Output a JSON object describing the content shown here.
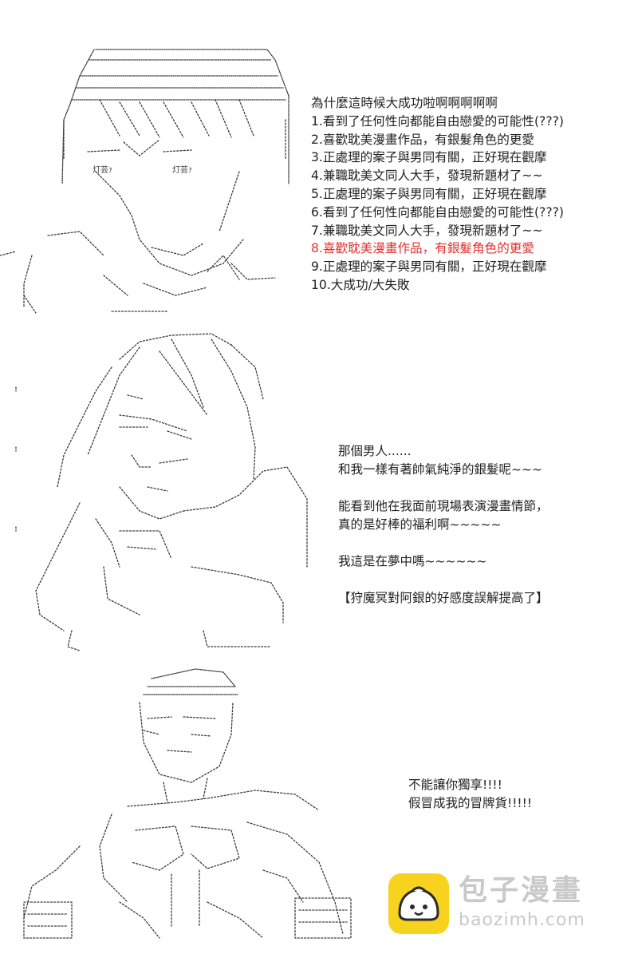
{
  "panel1": {
    "art_labels": [
      "灯芸ｧ",
      "灯芸ｧ"
    ],
    "lines": [
      {
        "text": "為什麼這時候大成功啦啊啊啊啊啊",
        "color": "#222222"
      },
      {
        "text": "1.看到了任何性向都能自由戀愛的可能性(???)",
        "color": "#222222"
      },
      {
        "text": "2.喜歡耽美漫畫作品，有銀髮角色的更愛",
        "color": "#222222"
      },
      {
        "text": "3.正處理的案子與男同有關，正好現在觀摩",
        "color": "#222222"
      },
      {
        "text": "4.兼職耽美文同人大手，發現新題材了~~",
        "color": "#222222"
      },
      {
        "text": "5.正處理的案子與男同有關，正好現在觀摩",
        "color": "#222222"
      },
      {
        "text": "6.看到了任何性向都能自由戀愛的可能性(???)",
        "color": "#222222"
      },
      {
        "text": "7.兼職耽美文同人大手，發現新題材了~~",
        "color": "#222222"
      },
      {
        "text": "8.喜歡耽美漫畫作品，有銀髮角色的更愛",
        "color": "#e03131"
      },
      {
        "text": "9.正處理的案子與男同有關，正好現在觀摩",
        "color": "#222222"
      },
      {
        "text": "10.大成功/大失敗",
        "color": "#222222"
      }
    ]
  },
  "panel2": {
    "lines": [
      "那個男人......",
      "和我一樣有著帥氣純淨的銀髮呢~~~",
      "",
      "能看到他在我面前現場表演漫畫情節，",
      "真的是好棒的福利啊~~~~~",
      "",
      "我這是在夢中嗎~~~~~~",
      "",
      "【狩魔冥對阿銀的好感度誤解提高了】"
    ]
  },
  "panel3": {
    "lines": [
      "不能讓你獨享!!!!",
      "假冒成我的冒牌貨!!!!!"
    ],
    "watermark": {
      "name": "包子漫畫",
      "url": "baozimh.com",
      "logo_color": "#f7d21e",
      "text_color": "#c9c9c9"
    }
  }
}
